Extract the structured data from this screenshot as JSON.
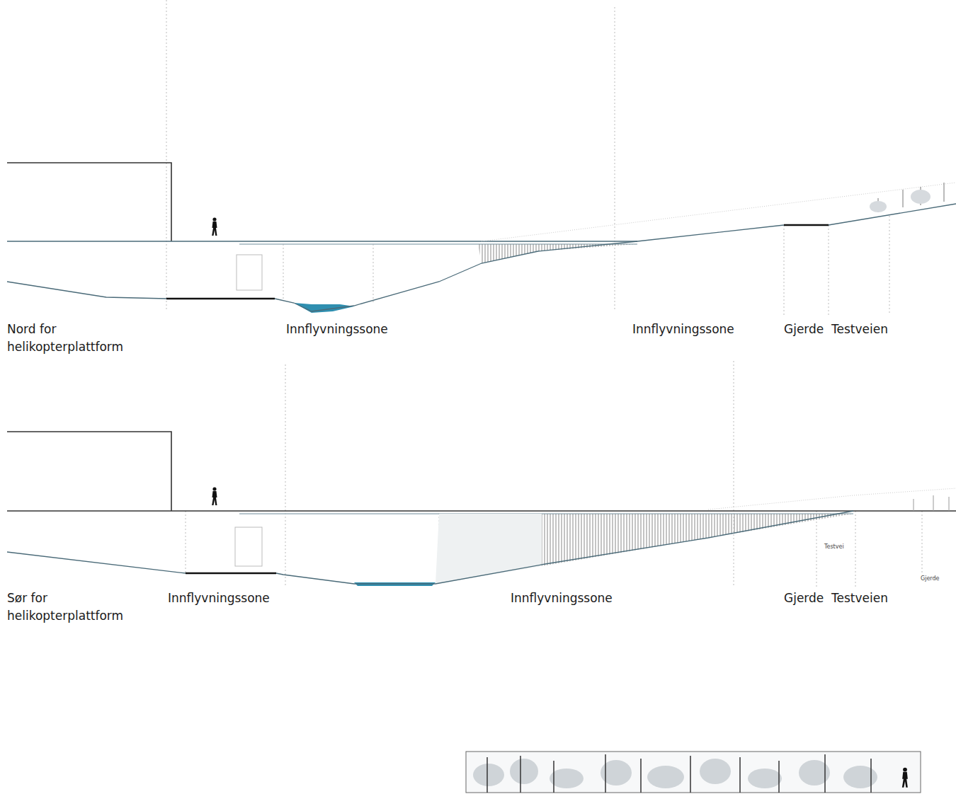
{
  "diagram": {
    "labels": [
      "Nord for helikopterplattform",
      "Innflyvningssone",
      "Innflyvningssone",
      "Gjerde",
      "Testveien",
      "Sør for helikopterplattform",
      "Innflyvningssone",
      "Innflyvningssone",
      "Gjerde",
      "Testveien",
      "Testvei",
      "Gjerde"
    ]
  }
}
